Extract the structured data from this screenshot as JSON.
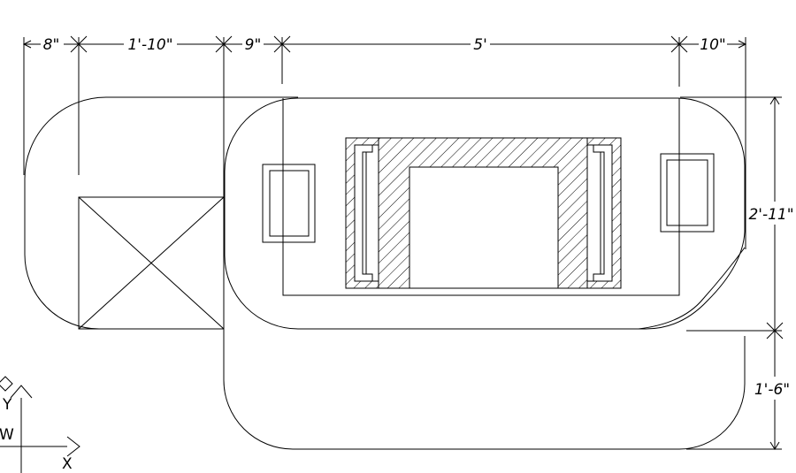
{
  "dimensions": {
    "top": [
      "8\"",
      "1'-10\"",
      "9\"",
      "5'",
      "10\""
    ],
    "right": [
      "2'-11\"",
      "1'-6\""
    ]
  },
  "ucs": {
    "y_label": "Y",
    "w_label": "W",
    "x_label": "X"
  },
  "colors": {
    "line": "#000000",
    "background": "#ffffff"
  }
}
